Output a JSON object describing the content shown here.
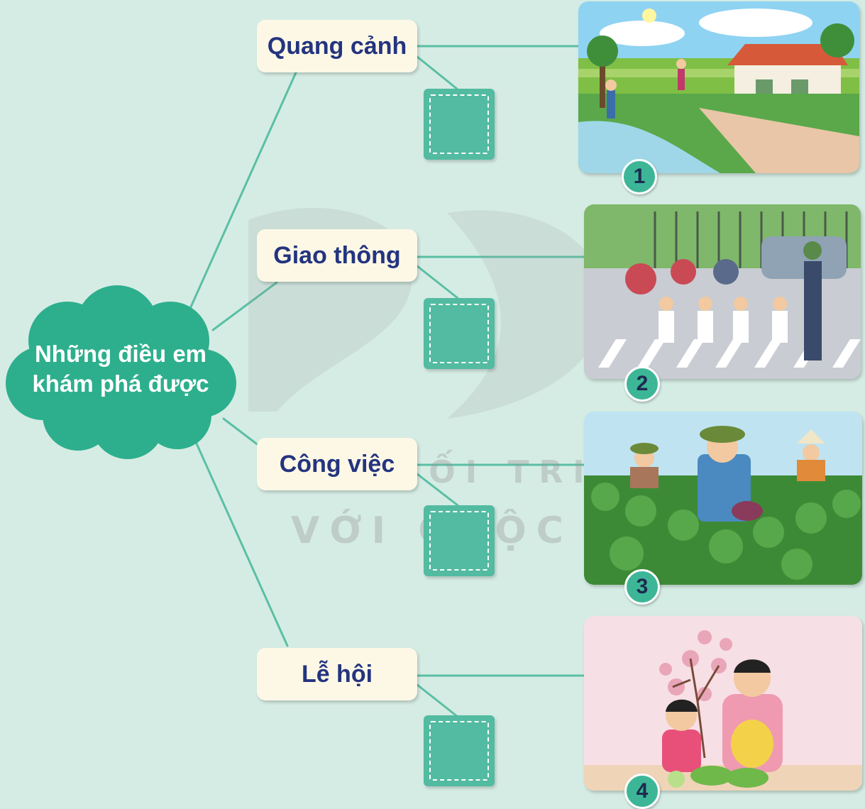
{
  "center": {
    "label_line1": "Những điều em",
    "label_line2": "khám phá được"
  },
  "categories": [
    {
      "label": "Quang cảnh"
    },
    {
      "label": "Giao thông"
    },
    {
      "label": "Công việc"
    },
    {
      "label": "Lễ hội"
    }
  ],
  "images": [
    {
      "number": "1"
    },
    {
      "number": "2"
    },
    {
      "number": "3"
    },
    {
      "number": "4"
    }
  ],
  "watermark": {
    "line1": "KẾT NỐI TRI THỨC",
    "line2": "VỚI CUỘC SỐNG"
  },
  "colors": {
    "background": "#d5ece4",
    "cloud": "#2daf8d",
    "connector": "#5bbfa4",
    "category_box": "#fdf8e6",
    "category_text": "#24347f",
    "answer_slot": "#52bba1",
    "number_badge": "#3db697"
  },
  "icons": {
    "answer_slot": "dashed-square-icon",
    "center": "cloud-icon"
  }
}
